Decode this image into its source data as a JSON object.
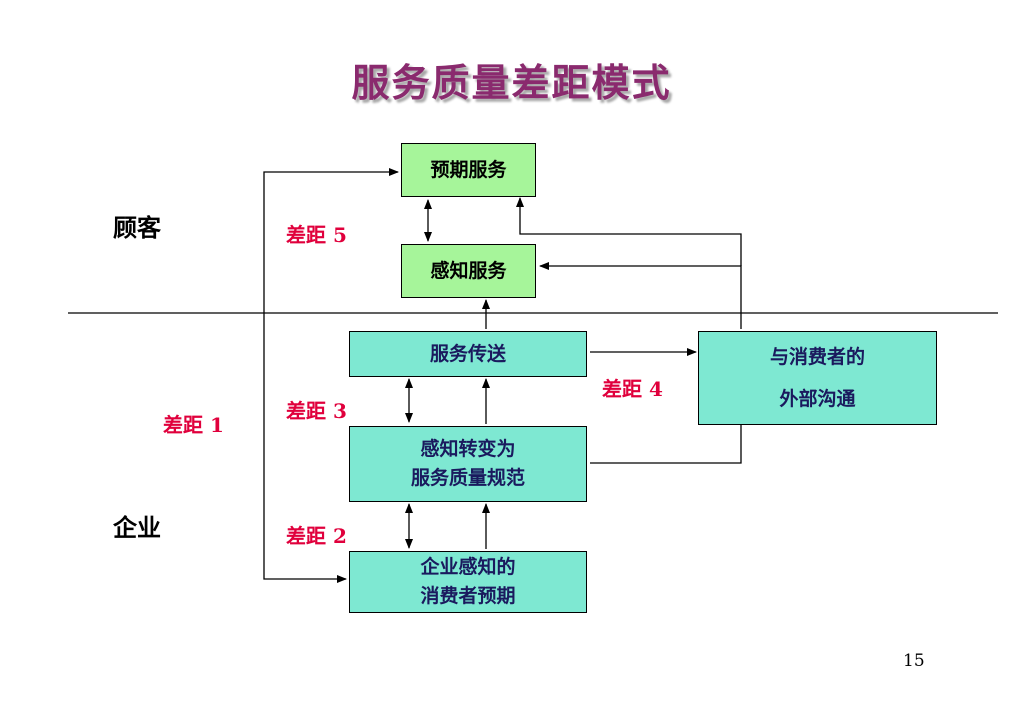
{
  "title": "服务质量差距模式",
  "regions": {
    "customer": "顾客",
    "enterprise": "企业"
  },
  "boxes": {
    "expected_service": "预期服务",
    "perceived_service": "感知服务",
    "service_delivery": "服务传送",
    "spec_line1": "感知转变为",
    "spec_line2": "服务质量规范",
    "mgmt_line1": "企业感知的",
    "mgmt_line2": "消费者预期",
    "external_line1": "与消费者的",
    "external_line2": "外部沟通"
  },
  "gaps": {
    "gap1": "差距 1",
    "gap2": "差距 2",
    "gap3": "差距 3",
    "gap4": "差距 4",
    "gap5": "差距 5"
  },
  "page_number": "15",
  "colors": {
    "title": "#8a2a6e",
    "gap_label": "#e0003c",
    "green_box": "#a6f59a",
    "teal_box": "#7ee8d2"
  }
}
